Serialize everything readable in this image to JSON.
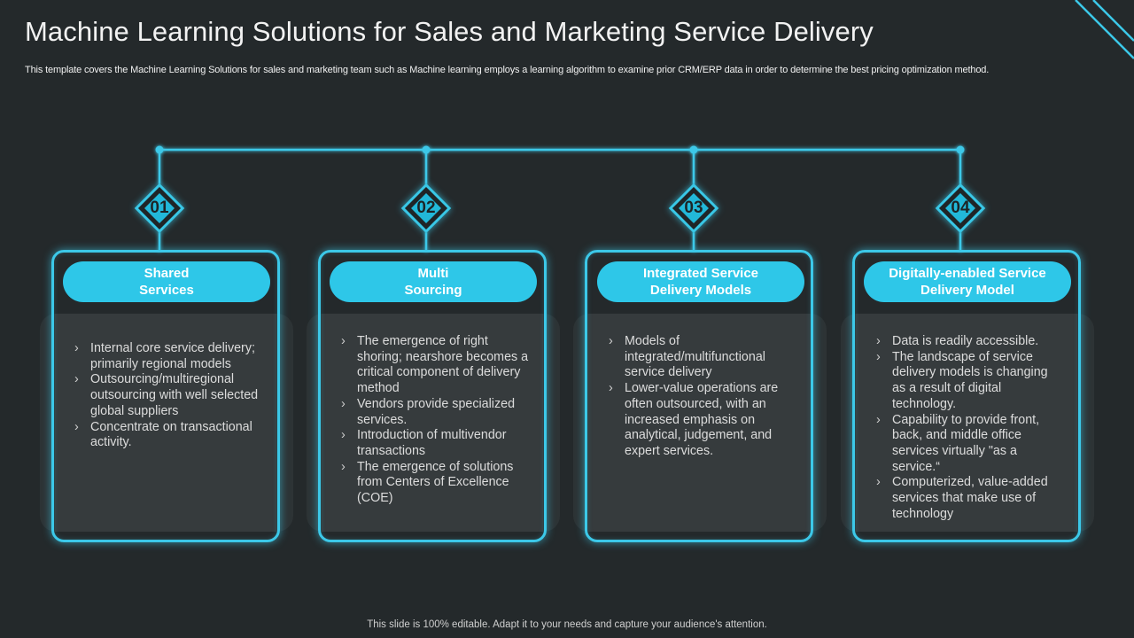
{
  "title": "Machine Learning Solutions for Sales and Marketing Service Delivery",
  "subtitle": "This template covers the Machine Learning Solutions for sales and marketing team such as Machine learning employs a learning algorithm to examine prior CRM/ERP data in order to determine the best pricing optimization method.",
  "footer": "This slide is 100% editable. Adapt it to your needs and capture your audience's attention.",
  "accent_color": "#2ec7e8",
  "background_color": "#24292b",
  "steps": [
    {
      "number": "01",
      "heading": "Shared\nServices",
      "items": [
        "Internal core service delivery; primarily regional models",
        "Outsourcing/multiregional outsourcing with well selected global suppliers",
        "Concentrate on transactional activity."
      ]
    },
    {
      "number": "02",
      "heading": "Multi\nSourcing",
      "items": [
        "The emergence of right shoring; nearshore becomes a critical component of delivery method",
        "Vendors provide specialized services.",
        "Introduction of multivendor transactions",
        "The emergence of solutions from Centers of Excellence (COE)"
      ]
    },
    {
      "number": "03",
      "heading": "Integrated Service\nDelivery Models",
      "items": [
        "Models of integrated/multifunctional service delivery",
        "Lower-value operations are often outsourced, with an increased emphasis on analytical, judgement, and expert services."
      ]
    },
    {
      "number": "04",
      "heading": "Digitally-enabled Service\nDelivery Model",
      "items": [
        "Data is readily accessible.",
        "The landscape of service delivery models is changing as a result of digital technology.",
        "Capability to provide front, back, and middle office services virtually \"as a service.“",
        "Computerized, value-added services that make use of technology"
      ]
    }
  ]
}
